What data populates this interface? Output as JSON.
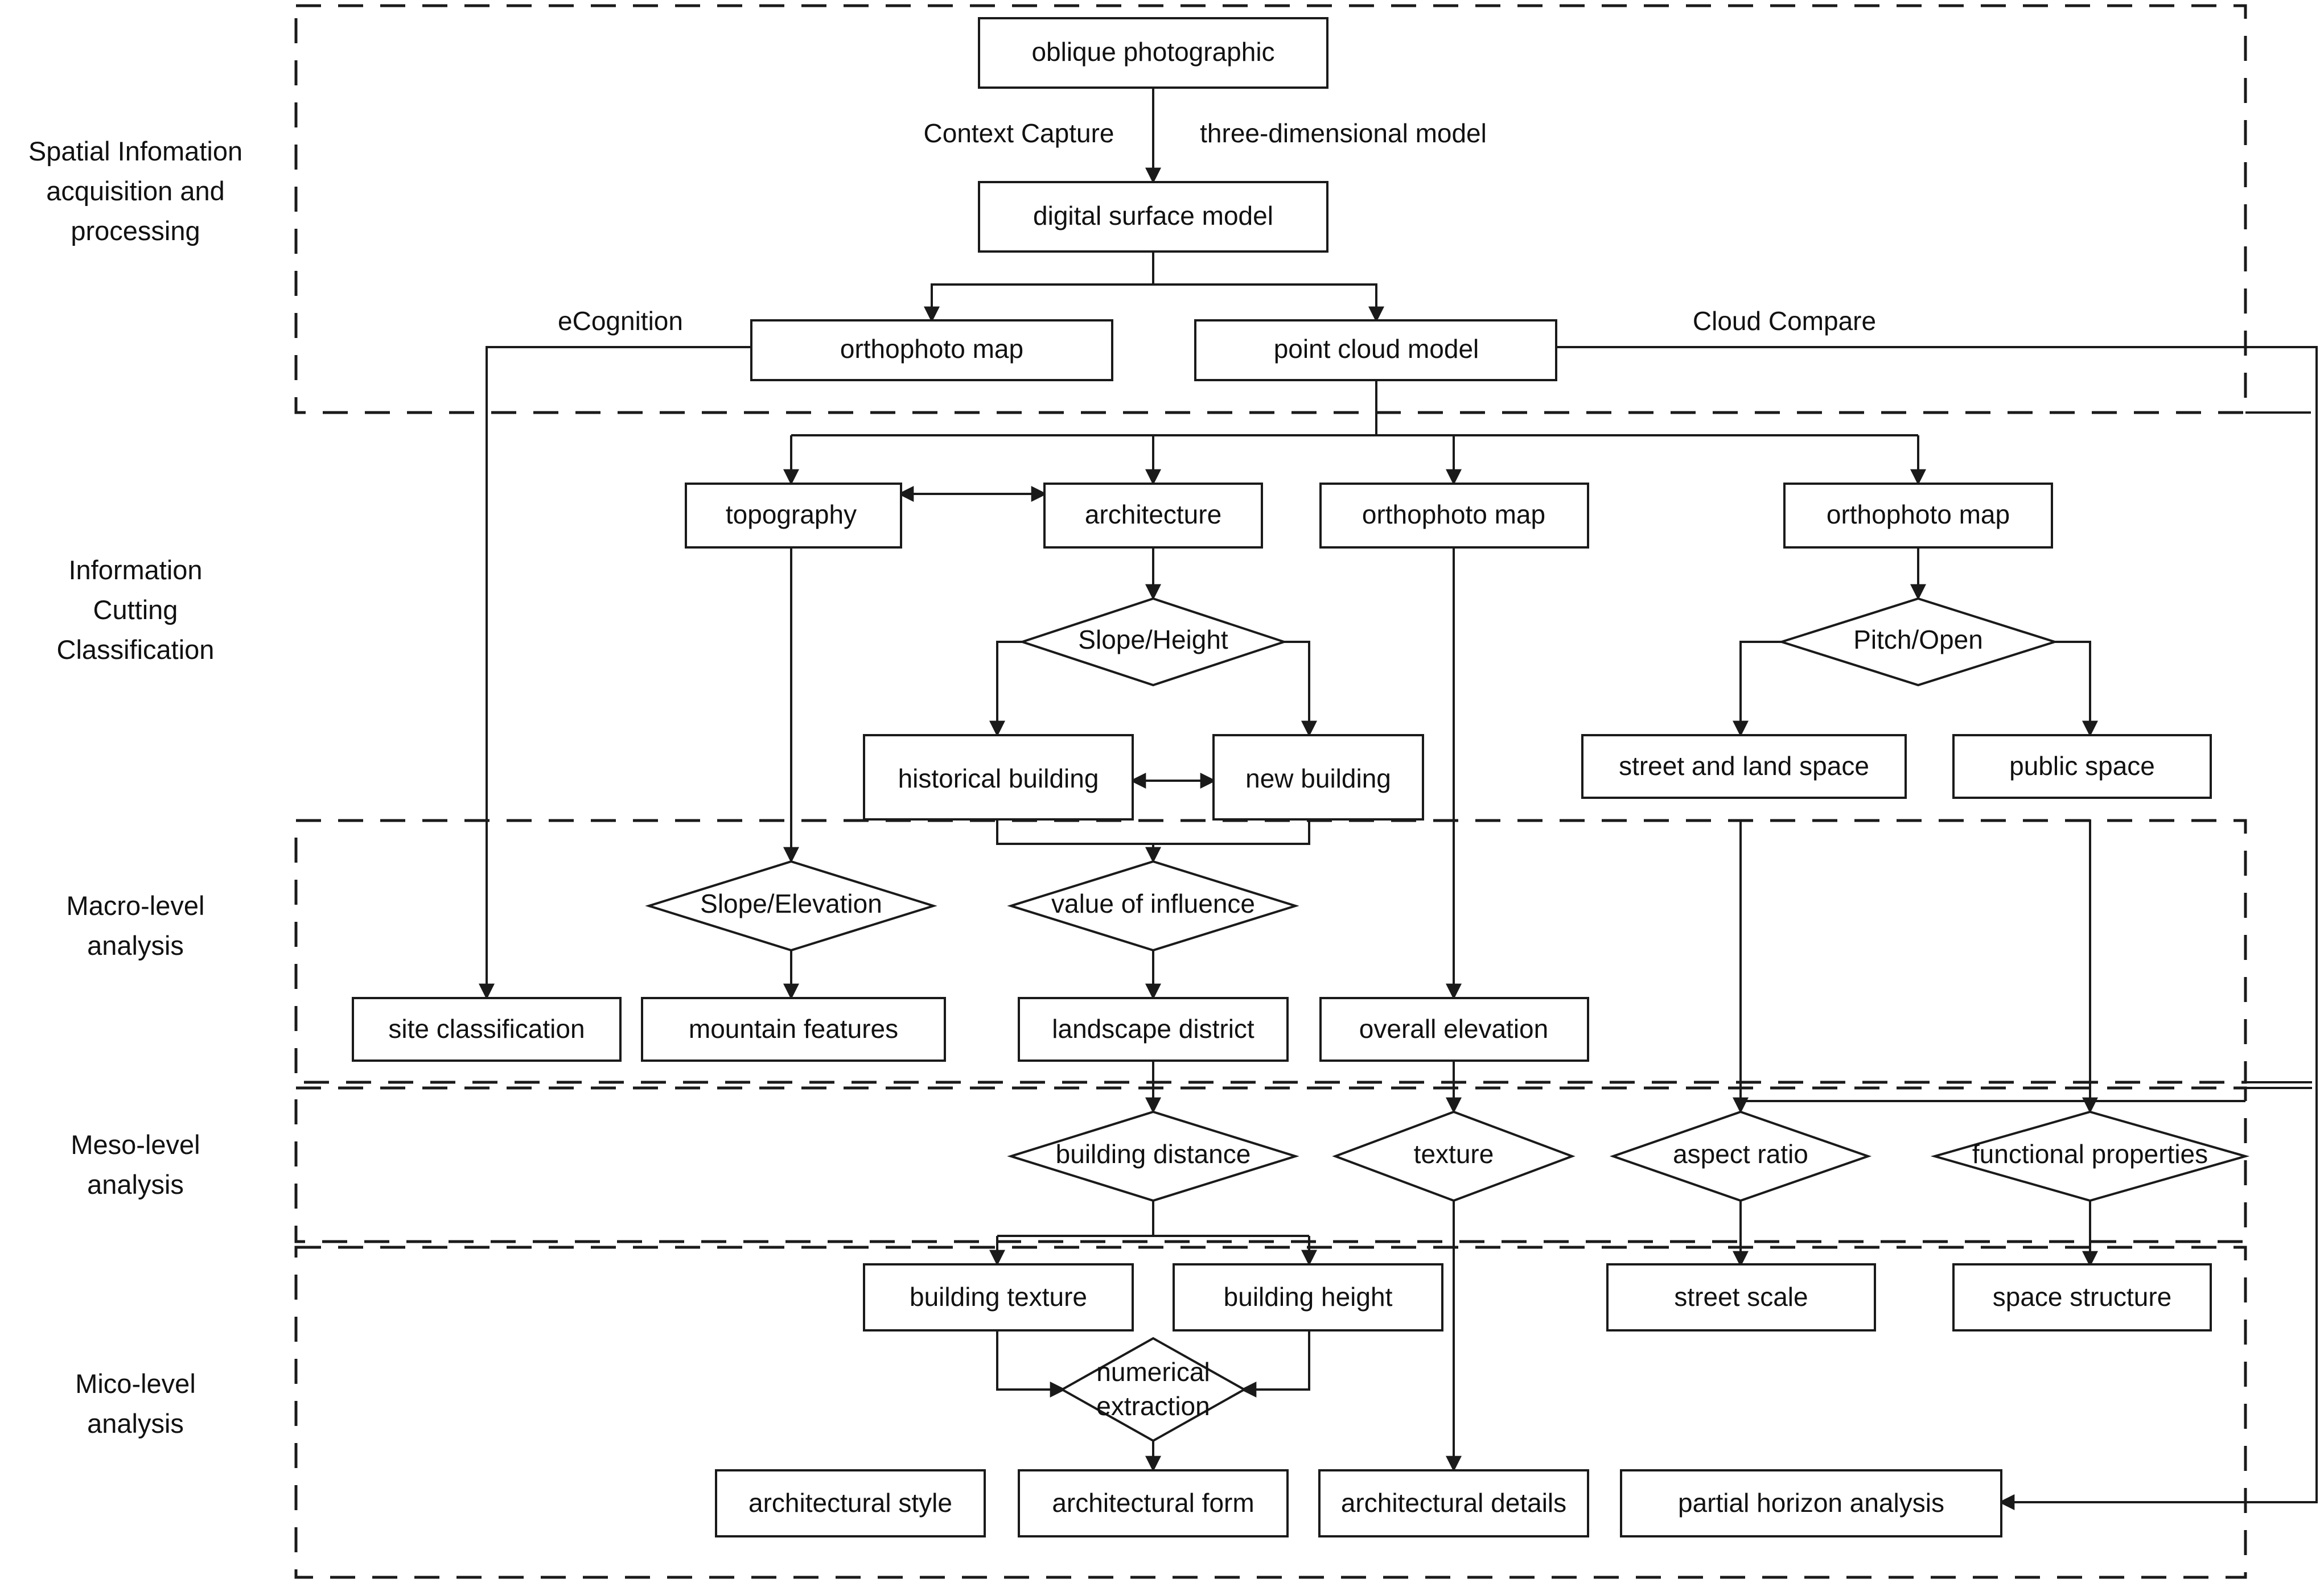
{
  "diagram": {
    "title": "Spatial information acquisition and multi-level analysis workflow",
    "bands": [
      {
        "id": "band-acquisition",
        "label": "Spatial Infomation\nacquisition and\nprocessing",
        "label_lines": [
          "Spatial Infomation",
          "acquisition and",
          "processing"
        ]
      },
      {
        "id": "band-classification",
        "label": "Information\nCutting\nClassification",
        "label_lines": [
          "Information",
          "Cutting",
          "Classification"
        ]
      },
      {
        "id": "band-macro",
        "label": "Macro-level\nanalysis",
        "label_lines": [
          "Macro-level",
          "analysis"
        ]
      },
      {
        "id": "band-meso",
        "label": "Meso-level\nanalysis",
        "label_lines": [
          "Meso-level",
          "analysis"
        ]
      },
      {
        "id": "band-micro",
        "label": "Mico-level\nanalysis",
        "label_lines": [
          "Mico-level",
          "analysis"
        ]
      }
    ],
    "edge_labels": [
      {
        "id": "label-context-capture",
        "text": "Context Capture"
      },
      {
        "id": "label-three-dimensional-model",
        "text": "three-dimensional model"
      },
      {
        "id": "label-ecognition",
        "text": "eCognition"
      },
      {
        "id": "label-cloud-compare",
        "text": "Cloud Compare"
      }
    ],
    "process_nodes": [
      {
        "id": "oblique-photographic",
        "text": "oblique photographic"
      },
      {
        "id": "digital-surface-model",
        "text": "digital surface model"
      },
      {
        "id": "orthophoto-map-1",
        "text": "orthophoto map"
      },
      {
        "id": "point-cloud-model",
        "text": "point cloud model"
      },
      {
        "id": "topography",
        "text": "topography"
      },
      {
        "id": "architecture",
        "text": "architecture"
      },
      {
        "id": "orthophoto-map-3",
        "text": "orthophoto map"
      },
      {
        "id": "orthophoto-map-4",
        "text": "orthophoto map"
      },
      {
        "id": "historical-building",
        "text": "historical building"
      },
      {
        "id": "new-building",
        "text": "new building"
      },
      {
        "id": "street-and-land-space",
        "text": "street and land space"
      },
      {
        "id": "public-space",
        "text": "public space"
      },
      {
        "id": "site-classification",
        "text": "site classification"
      },
      {
        "id": "mountain-features",
        "text": "mountain features"
      },
      {
        "id": "landscape-district",
        "text": "landscape district"
      },
      {
        "id": "overall-elevation",
        "text": "overall elevation"
      },
      {
        "id": "building-texture",
        "text": "building texture"
      },
      {
        "id": "building-height",
        "text": "building height"
      },
      {
        "id": "street-scale",
        "text": "street scale"
      },
      {
        "id": "space-structure",
        "text": "space structure"
      },
      {
        "id": "architectural-style",
        "text": "architectural style"
      },
      {
        "id": "architectural-form",
        "text": "architectural form"
      },
      {
        "id": "architectural-details",
        "text": "architectural details"
      },
      {
        "id": "partial-horizon-analysis",
        "text": "partial horizon analysis"
      }
    ],
    "decision_nodes": [
      {
        "id": "slope-height",
        "text": "Slope/Height"
      },
      {
        "id": "pitch-open",
        "text": "Pitch/Open"
      },
      {
        "id": "slope-elevation",
        "text": "Slope/Elevation"
      },
      {
        "id": "value-of-influence",
        "text": "value of influence"
      },
      {
        "id": "building-distance",
        "text": "building distance"
      },
      {
        "id": "texture",
        "text": "texture"
      },
      {
        "id": "aspect-ratio",
        "text": "aspect ratio"
      },
      {
        "id": "functional-properties",
        "text": "functional properties"
      },
      {
        "id": "numerical-extraction",
        "text": "numerical extraction",
        "lines": [
          "numerical",
          "extraction"
        ]
      }
    ],
    "colors": {
      "stroke": "#1a1a1a",
      "fill": "#ffffff",
      "text": "#111111",
      "background": "#ffffff"
    }
  }
}
